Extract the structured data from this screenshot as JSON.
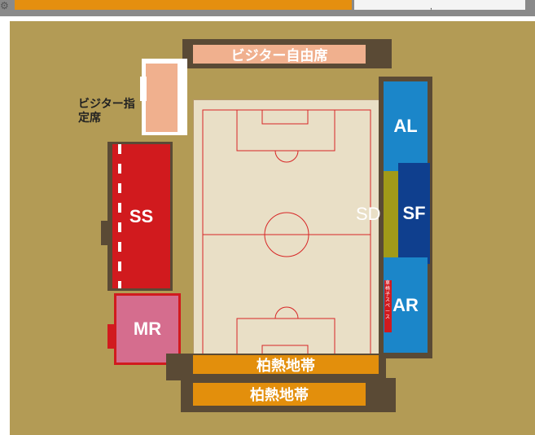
{
  "header": {
    "gear_icon": "gear-icon",
    "mark": ","
  },
  "stadium": {
    "visitor_free": "ビジター自由席",
    "visitor_reserved": "ビジター指定席",
    "ss": "SS",
    "mr": "MR",
    "al": "AL",
    "sd": "SD",
    "sf": "SF",
    "ar": "AR",
    "wheelchair": "車椅子スペース",
    "kashiwa_upper": "柏熱地帯",
    "kashiwa_lower": "柏熱地帯"
  },
  "colors": {
    "ground": "#b39b55",
    "outer_wall": "#5a4a35",
    "visitor": "#f0b08e",
    "ss": "#d11a1e",
    "mr": "#d56d8e",
    "al_ar": "#1b86c9",
    "sf": "#0f3f8e",
    "sd": "#a19a19",
    "kashiwa": "#e38f0c",
    "field": "#e9dfc6",
    "field_lines": "#d72626"
  }
}
